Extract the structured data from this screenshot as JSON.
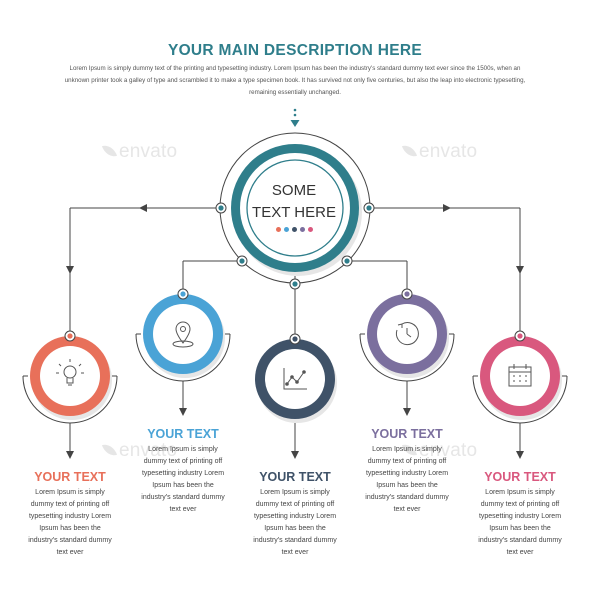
{
  "header": {
    "title": "YOUR MAIN DESCRIPTION HERE",
    "description": "Lorem Ipsum is simply dummy text of the printing and typesetting industry. Lorem Ipsum has been the industry's standard dummy text ever since the 1500s, when an unknown printer took a galley of type and scrambled it to make a type specimen book. It has survived not only five centuries, but also the leap into electronic typesetting, remaining essentially unchanged."
  },
  "watermark": {
    "text": "envato"
  },
  "center_node": {
    "line1": "SOME",
    "line2": "TEXT HERE",
    "accent": "#2f7e8b",
    "dot_colors": [
      "#e8705a",
      "#4aa3d6",
      "#3f5268",
      "#7b6f9e",
      "#d9587e"
    ]
  },
  "nodes": [
    {
      "heading": "YOUR TEXT",
      "body": "Lorem Ipsum is simply dummy text of printing off typesetting industry Lorem Ipsum has been the industry's standard dummy text ever",
      "color": "#e8705a",
      "icon": "lightbulb-icon"
    },
    {
      "heading": "YOUR TEXT",
      "body": "Lorem Ipsum is simply dummy text of printing off typesetting industry Lorem Ipsum has been the industry's standard dummy text ever",
      "color": "#4aa3d6",
      "icon": "map-pin-icon"
    },
    {
      "heading": "YOUR TEXT",
      "body": "Lorem Ipsum is simply dummy text of printing off typesetting industry Lorem Ipsum has been the industry's standard dummy text ever",
      "color": "#3f5268",
      "icon": "line-chart-icon"
    },
    {
      "heading": "YOUR TEXT",
      "body": "Lorem Ipsum is simply dummy text of printing off typesetting industry Lorem Ipsum has been the industry's standard dummy text ever",
      "color": "#7b6f9e",
      "icon": "clock-refresh-icon"
    },
    {
      "heading": "YOUR TEXT",
      "body": "Lorem Ipsum is simply dummy text of printing off typesetting industry Lorem Ipsum has been the industry's standard dummy text ever",
      "color": "#d9587e",
      "icon": "calendar-icon"
    }
  ],
  "colors": {
    "line": "#444444",
    "title": "#2f7e8b",
    "connector_dot": "#cccccc"
  }
}
